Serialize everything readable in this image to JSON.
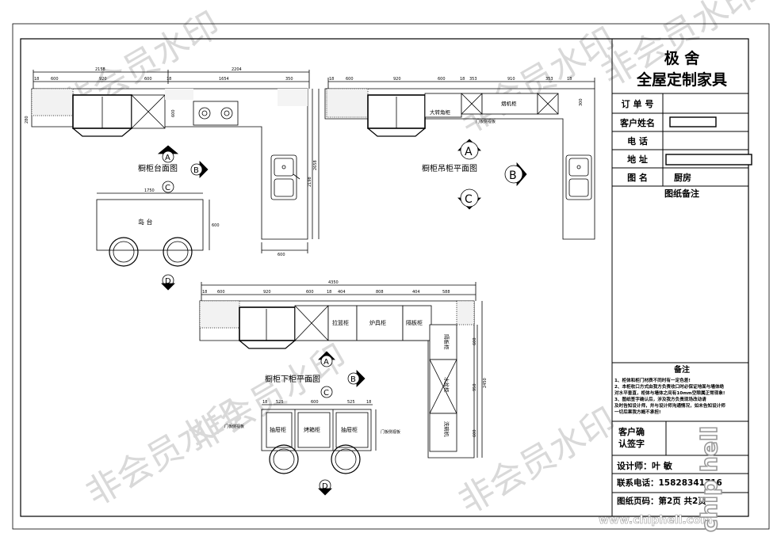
{
  "title_block": {
    "brand": "极  舍",
    "subtitle": "全屋定制家具",
    "order_no_label": "订 单 号",
    "client_name_label": "客户姓名",
    "phone_label": "电    话",
    "address_label": "地    址",
    "drawing_name_label": "图    名",
    "drawing_name_value": "厨房",
    "notes_header": "图纸备注",
    "remarks_header": "备注",
    "remarks_lines": [
      "1、柜体和柜门材质不同时有一定色差!",
      "2、本柜收口方式由我方负责收口时必保证地面与墙体绝",
      "对水平垂直，柜体与墙体之间有10mm空隙属正常现象!",
      "3、图纸签字确认后，涉及我方负责现场改动请",
      "及时告知设计师，并与设计师沟通情况，如未告知设计师",
      "一切后果我方概不承担!"
    ],
    "client_confirm_label_1": "客户确",
    "client_confirm_label_2": "认签字",
    "designer": "设计师：叶  敏",
    "contact": "联系电话：15828341716",
    "page_info": "图纸页码：第2页       共2页"
  },
  "plans": {
    "countertop": {
      "title": "橱柜台面图",
      "island_label": "岛 台",
      "dims_top": [
        "2158",
        "2204"
      ],
      "dims_row": [
        "18",
        "600",
        "920",
        "600",
        "18",
        "1654",
        "350"
      ],
      "dims_misc": [
        "1750",
        "600",
        "600",
        "2658",
        "2198",
        "280"
      ]
    },
    "wall_cabinet": {
      "title": "橱柜吊柜平面图",
      "labels": [
        "大转角柜",
        "烟机柜",
        "门板侧视板"
      ],
      "dims_row": [
        "18",
        "600",
        "920",
        "600",
        "18",
        "353",
        "910",
        "353",
        "18"
      ],
      "dims_misc": [
        "300"
      ]
    },
    "base_cabinet": {
      "title": "橱柜下柜平面图",
      "labels": [
        "拉篮柜",
        "炉具柜",
        "隔板柜",
        "隔板柜",
        "水盆柜",
        "洗碗机"
      ],
      "dims_row": [
        "18",
        "600",
        "920",
        "600",
        "18",
        "404",
        "808",
        "404",
        "588"
      ],
      "dims_misc": [
        "4350",
        "2450",
        "600",
        "950",
        "600"
      ]
    },
    "island_elevation": {
      "labels": [
        "抽屉柜",
        "烤箱柜",
        "抽屉柜",
        "门板侧视板",
        "门板侧视板"
      ],
      "dims_row": [
        "18",
        "525",
        "600",
        "525",
        "18"
      ]
    }
  },
  "markers": [
    "A",
    "B",
    "C",
    "D"
  ],
  "watermark": "非会员水印",
  "site": "www.chiphell.com",
  "logo": "chip hell"
}
